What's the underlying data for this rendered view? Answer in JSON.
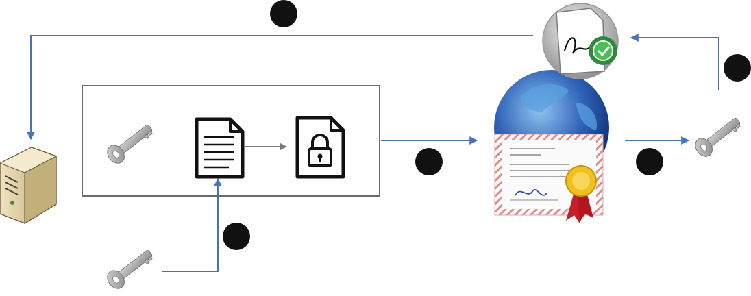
{
  "diagram": {
    "colors": {
      "connector": "#4a72b8",
      "inner_arrow": "#7a7a7a",
      "frame": "#6b6b6b",
      "step_marker": "#111111",
      "key": "#a8a8a8",
      "server": "#d9c99a",
      "globe": "#2e62b8",
      "seal": "#f0c020",
      "ribbon": "#c81e2a",
      "check_badge": "#3aa04a"
    },
    "nodes": [
      {
        "id": "server",
        "icon": "server-tower-icon"
      },
      {
        "id": "key-inside-box",
        "icon": "key-icon"
      },
      {
        "id": "document",
        "icon": "document-lines-icon"
      },
      {
        "id": "encrypted-document",
        "icon": "locked-document-icon"
      },
      {
        "id": "certificate",
        "icon": "globe-certificate-icon"
      },
      {
        "id": "key-right",
        "icon": "key-icon"
      },
      {
        "id": "signed-document",
        "icon": "signed-document-check-icon"
      },
      {
        "id": "key-bottom",
        "icon": "key-icon"
      }
    ],
    "step_markers": 5,
    "numbers_printed": false
  }
}
